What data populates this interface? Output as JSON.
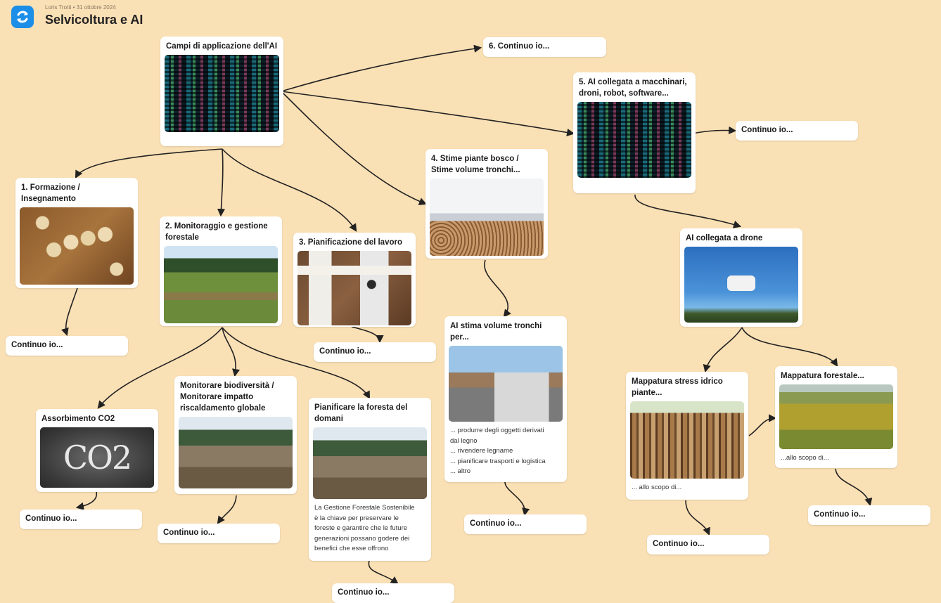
{
  "header": {
    "meta": "Loris Trotti • 31 ottobre 2024",
    "title": "Selvicoltura e AI",
    "logo_icon": "refresh-icon",
    "logo_color": "#1b8ee8"
  },
  "background_color": "#fae0b5",
  "continue_label": "Continuo io...",
  "cards": {
    "root": {
      "title": "Campi di applicazione dell'AI",
      "image": "code-screen"
    },
    "formazione": {
      "title": "1. Formazione / Insegnamento",
      "image": "learning-tiles"
    },
    "monitoraggio": {
      "title": "2. Monitoraggio e gestione forestale",
      "image": "forest-clearing"
    },
    "pianificazione": {
      "title": "3. Pianificazione del lavoro",
      "image": "desk"
    },
    "stime": {
      "title": "4. Stime piante bosco / Stime volume tronchi...",
      "image": "log-pile"
    },
    "ai_macchinari": {
      "title": "5. AI collegata a macchinari, droni, robot, software...",
      "image": "code-screen"
    },
    "assorbimento": {
      "title": "Assorbimento CO2",
      "image": "co2-chalkboard",
      "image_text": "CO2"
    },
    "biodiversita": {
      "title": "Monitorare biodiversità / Monitorare impatto riscaldamento globale",
      "image": "cleared-forest"
    },
    "foresta_domani": {
      "title": "Pianificare la foresta del domani",
      "image": "cleared-forest",
      "text": [
        "La Gestione Forestale Sostenibile",
        "è la chiave per preservare le",
        "foreste e garantire che le future",
        "generazioni possano godere dei",
        "benefici che esse offrono"
      ]
    },
    "ai_stima": {
      "title": "AI stima volume tronchi per...",
      "image": "log-truck",
      "text": [
        "... produrre degli oggetti derivati",
        "dal legno",
        "... rivendere legname",
        "... pianificare trasporti e logistica",
        "... altro"
      ]
    },
    "ai_drone": {
      "title": "AI collegata a drone",
      "image": "drone"
    },
    "stress_idrico": {
      "title": "Mappatura stress idrico piante...",
      "image": "tree-avenue",
      "text": [
        "... allo scopo di..."
      ]
    },
    "mappatura_forestale": {
      "title": "Mappatura forestale...",
      "image": "aerial-forest",
      "text": [
        "...allo scopo di..."
      ]
    }
  },
  "pills": {
    "p6": "6. Continuo io..."
  }
}
